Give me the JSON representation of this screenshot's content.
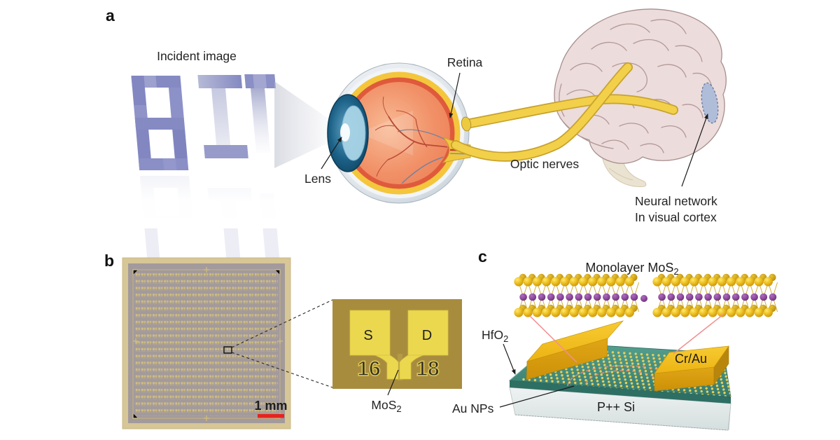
{
  "figure": {
    "panels": {
      "a": {
        "label": "a",
        "incident_image_label": "Incident image",
        "incident_text_letters": "BIT",
        "lens_label": "Lens",
        "retina_label": "Retina",
        "optic_nerves_label": "Optic nerves",
        "cortex_caption_line1": "Neural network",
        "cortex_caption_line2": "In visual cortex"
      },
      "b": {
        "label": "b",
        "scale_bar": "1 mm",
        "inset": {
          "source": "S",
          "drain": "D",
          "source_index": "16",
          "drain_index": "18",
          "channel_material": "MoS",
          "channel_material_subscript": "2"
        }
      },
      "c": {
        "label": "c",
        "title": "Monolayer MoS",
        "title_subscript": "2",
        "dielectric": "HfO",
        "dielectric_subscript": "2",
        "electrode": "Cr/Au",
        "nanoparticles": "Au NPs",
        "substrate": "P++ Si"
      }
    },
    "colors": {
      "scale_bar_red": "#e8231e",
      "bit_purple": "#868bc4",
      "nerve_yellow": "#f2d049",
      "hfo2_teal": "#3f8d80",
      "gold": "#e7b51f",
      "mo_purple": "#8a4899",
      "brain_pink": "#ecdcda",
      "cortex_patch_blue": "#afbdd9"
    }
  }
}
